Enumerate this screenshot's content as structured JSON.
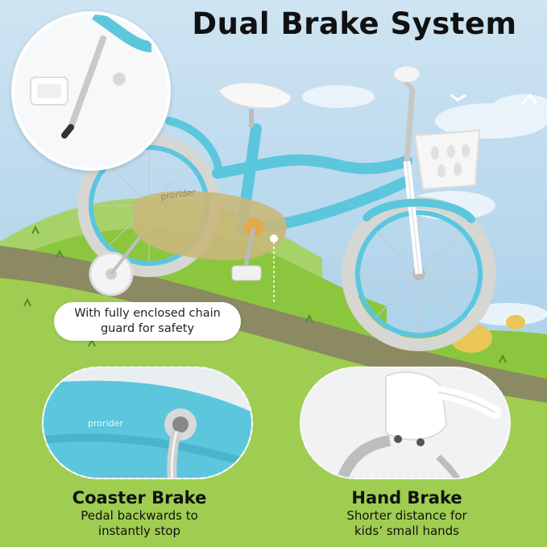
{
  "title": "Dual Brake System",
  "brand_mark": "prorider",
  "callout": {
    "line1": "With fully enclosed chain",
    "line2": "guard for safety"
  },
  "features": [
    {
      "heading": "Coaster Brake",
      "line1": "Pedal backwards to",
      "line2": "instantly stop"
    },
    {
      "heading": "Hand Brake",
      "line1": "Shorter distance for",
      "line2": "kids’ small hands"
    }
  ],
  "colors": {
    "bike_frame": "#5cc6dd",
    "tire": "#d6d6d2",
    "grass": "#8cc63f",
    "sky": "#b6d7ec",
    "chain_guard": "#c9b77a"
  }
}
